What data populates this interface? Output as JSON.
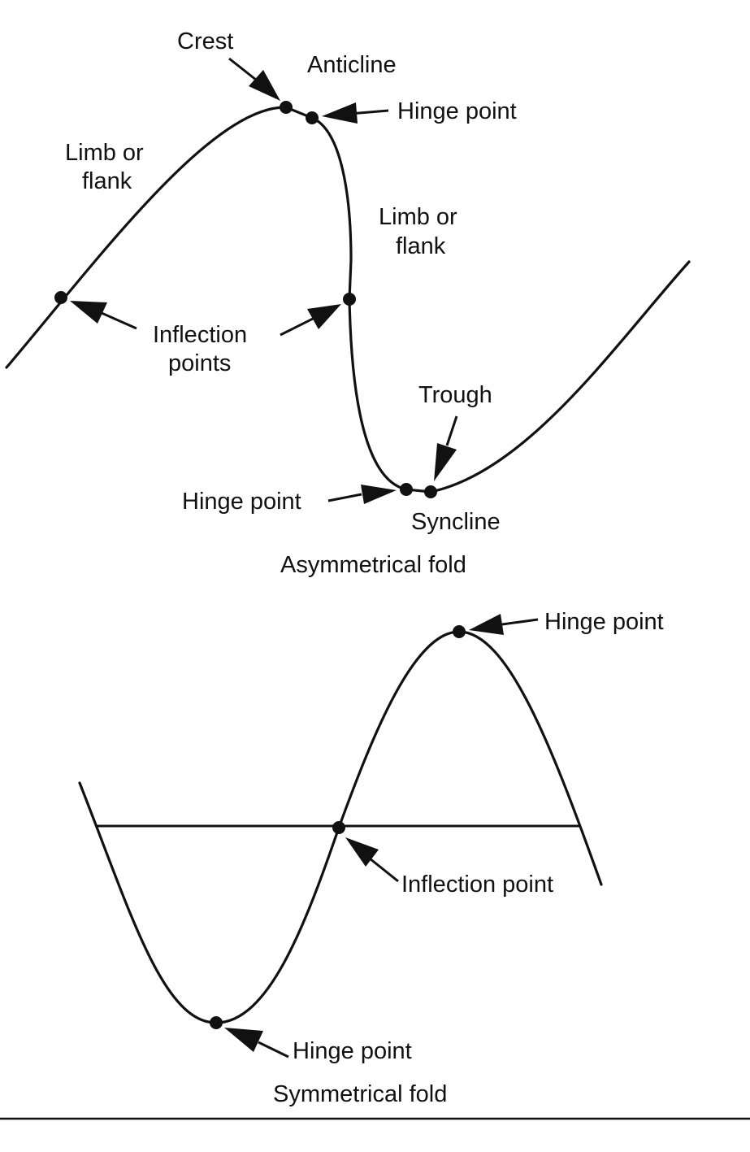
{
  "asymmetrical": {
    "crest": "Crest",
    "anticline": "Anticline",
    "hinge_top": "Hinge point",
    "limb_left_1": "Limb or",
    "limb_left_2": "flank",
    "limb_right_1": "Limb or",
    "limb_right_2": "flank",
    "inflection_1": "Inflection",
    "inflection_2": "points",
    "trough": "Trough",
    "hinge_bottom": "Hinge point",
    "syncline": "Syncline",
    "caption": "Asymmetrical fold"
  },
  "symmetrical": {
    "hinge_top": "Hinge point",
    "inflection": "Inflection point",
    "hinge_bottom": "Hinge point",
    "caption": "Symmetrical fold"
  }
}
